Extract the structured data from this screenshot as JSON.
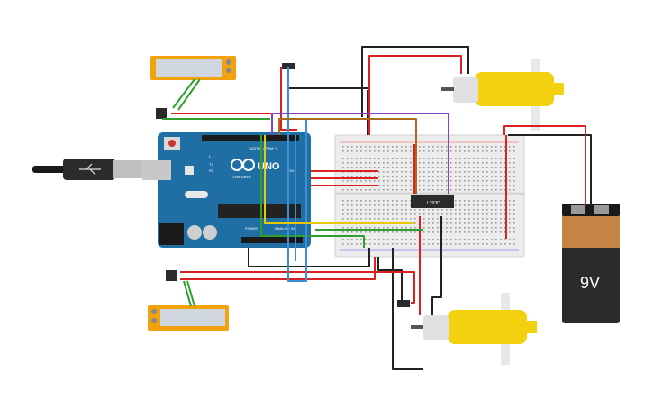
{
  "arduino": {
    "brand": "UNO",
    "subtitle": "ARDUINO",
    "digital_label": "DIGITAL (PWM~)",
    "analog_label": "ANALOG IN",
    "power_label": "POWER",
    "tx_label": "TX",
    "rx_label": "RX",
    "on_label": "ON",
    "l_label": "L"
  },
  "ic": {
    "label": "L293D"
  },
  "battery": {
    "label": "9V"
  },
  "colors": {
    "board": "#1f6fa5",
    "breadboard": "#ececec",
    "motor": "#f3d10e",
    "battery_top": "#c58443",
    "battery_body": "#2b2b2b",
    "wire_red": "#d82222",
    "wire_black": "#222222",
    "wire_green": "#2fa02f",
    "wire_blue": "#3a8fd8",
    "wire_yellow": "#e8c80a",
    "wire_purple": "#8a3fc0",
    "wire_brown": "#a86a1c",
    "sensor_frame": "#f2a20d"
  }
}
